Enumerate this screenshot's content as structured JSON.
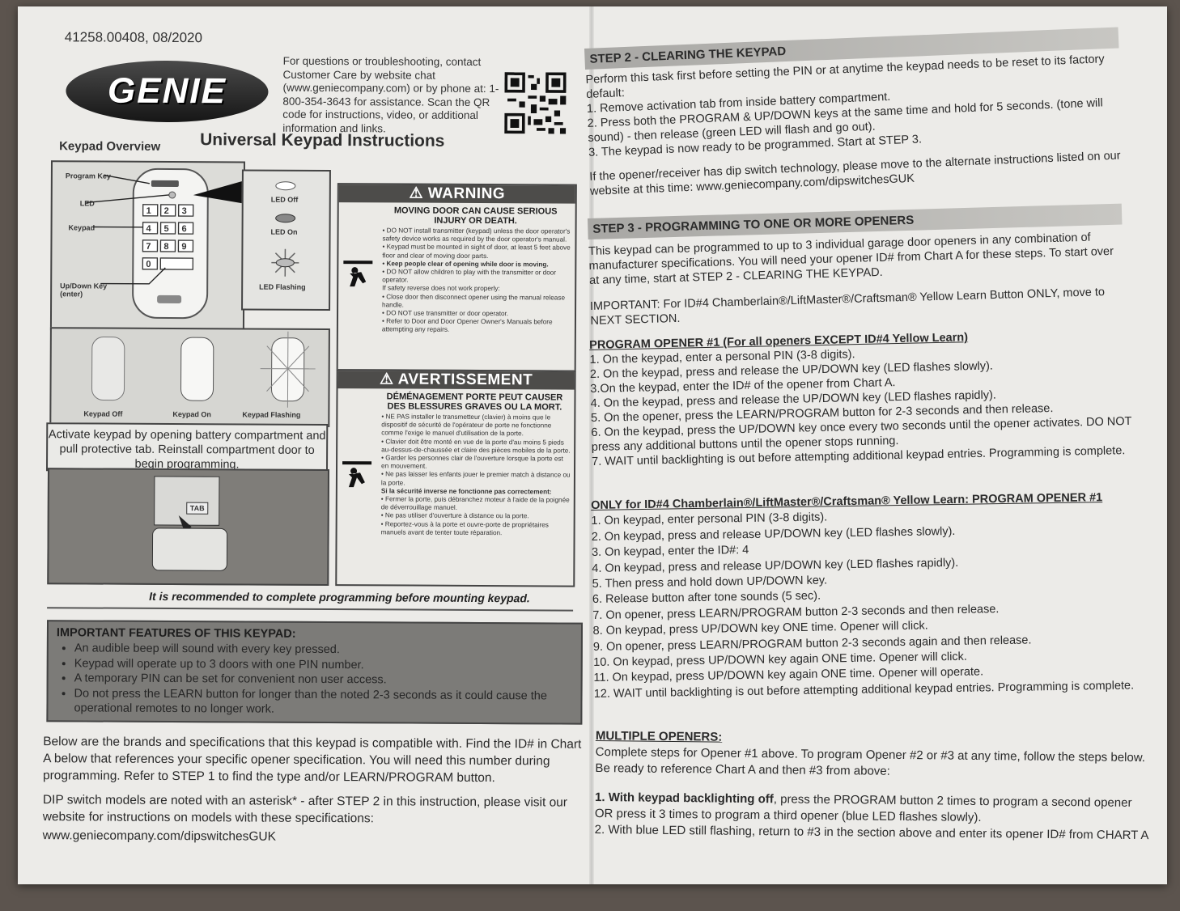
{
  "header": {
    "doc_number": "41258.00408, 08/2020",
    "logo_text": "GENIE",
    "contact": "For questions or troubleshooting, contact Customer Care by website chat (www.geniecompany.com) or by phone at: 1-800-354-3643 for assistance. Scan the QR code for instructions, video, or additional information and links.",
    "title": "Universal Keypad Instructions",
    "overview_label": "Keypad Overview"
  },
  "diagram": {
    "program_key": "Program Key",
    "led": "LED",
    "keypad": "Keypad",
    "updown": "Up/Down Key (enter)",
    "led_off": "LED Off",
    "led_on": "LED On",
    "led_flashing": "LED Flashing",
    "keypad_off": "Keypad Off",
    "keypad_on": "Keypad On",
    "keypad_flashing": "Keypad Flashing",
    "keys": [
      "1",
      "2",
      "3",
      "4",
      "5",
      "6",
      "7",
      "8",
      "9",
      "0"
    ],
    "tab": "TAB"
  },
  "activate_text": "Activate keypad by opening battery compartment and pull protective tab. Reinstall compartment door to begin programming.",
  "warning": {
    "head": "WARNING",
    "sub": "MOVING DOOR CAN CAUSE SERIOUS INJURY OR DEATH.",
    "items": [
      "• DO NOT install transmitter (keypad) unless the door operator's safety device works as required by the door operator's manual.",
      "• Keypad must be mounted in sight of door, at least 5 feet above floor and clear of moving door parts.",
      "• Keep people clear of opening while door is moving.",
      "• DO NOT allow children to play with the transmitter or door operator.",
      "If safety reverse does not work properly:",
      "• Close door then disconnect opener using the manual release handle.",
      "• DO NOT use transmitter or door operator.",
      "• Refer to Door and Door Opener Owner's Manuals before attempting any repairs."
    ]
  },
  "avertissement": {
    "head": "AVERTISSEMENT",
    "sub": "DÉMÉNAGEMENT PORTE PEUT CAUSER DES BLESSURES GRAVES OU LA MORT.",
    "items": [
      "• NE PAS installer le transmetteur (clavier) à moins que le dispositif de sécurité de l'opérateur de porte ne fonctionne comme l'exige le manuel d'utilisation de la porte.",
      "• Clavier doit être monté en vue de la porte d'au moins 5 pieds au-dessus-de-chaussée et claire des pièces mobiles de la porte.",
      "• Garder les personnes clair de l'ouverture lorsque la porte est en mouvement.",
      "• Ne pas laisser les enfants jouer le premier match à distance ou la porte.",
      "Si la sécurité inverse ne fonctionne pas correctement:",
      "• Fermer la porte, puis débranchez moteur à l'aide de la poignée de déverrouillage manuel.",
      "• Ne pas utiliser d'ouverture à distance ou la porte.",
      "• Reportez-vous à la porte et ouvre-porte de propriétaires manuels avant de tenter toute réparation."
    ]
  },
  "recommend": "It is recommended to complete programming before mounting keypad.",
  "features": {
    "title": "IMPORTANT FEATURES OF THIS KEYPAD:",
    "items": [
      "An audible beep will sound with every key pressed.",
      "Keypad will operate up to 3 doors with one PIN number.",
      "A temporary PIN can be set for convenient non user access.",
      "Do not press the LEARN button for longer than the noted 2-3 seconds as it could cause the operational remotes to no longer work."
    ]
  },
  "brands_para": "Below are the brands and specifications that this keypad is compatible with. Find the ID# in Chart A below that references your specific opener specification.  You will need this number during programming. Refer to STEP 1 to find the type and/or LEARN/PROGRAM button.",
  "dip_para": "DIP switch models are noted with an asterisk* - after STEP 2 in this instruction, please visit our website for instructions on models with these specifications:",
  "dip_url": "www.geniecompany.com/dipswitchesGUK",
  "step2": {
    "bar": "STEP 2 - CLEARING THE KEYPAD",
    "intro": "Perform this task first before setting the PIN or at anytime the keypad needs to be reset to its factory default:",
    "items": [
      "1. Remove activation tab from inside battery compartment.",
      "2. Press both the PROGRAM & UP/DOWN keys at the same time and hold for 5 seconds. (tone will sound) - then release (green LED will flash and go out).",
      "3. The keypad is now ready to be programmed. Start at STEP 3."
    ],
    "dip": "If the opener/receiver has dip switch technology, please move to the alternate instructions listed on our website at this time:  www.geniecompany.com/dipswitchesGUK"
  },
  "step3": {
    "bar": "STEP 3 - PROGRAMMING TO ONE OR MORE OPENERS",
    "intro": "This keypad can be programmed to up to 3 individual garage door openers in any combination of manufacturer specifications. You will need your opener ID# from Chart A for these steps. To start over at any time, start at STEP 2 - CLEARING THE KEYPAD.",
    "important": "IMPORTANT: For ID#4 Chamberlain®/LiftMaster®/Craftsman® Yellow Learn Button ONLY, move to NEXT SECTION."
  },
  "program1": {
    "title": "PROGRAM OPENER #1 (For all openers EXCEPT ID#4 Yellow Learn)",
    "items": [
      "1. On the keypad, enter a personal PIN (3-8 digits).",
      "2. On the keypad, press and release the UP/DOWN key (LED flashes slowly).",
      "3.On the keypad, enter the ID# of the opener from Chart A.",
      "4. On the keypad, press and release the UP/DOWN key (LED flashes rapidly).",
      "5. On the opener, press the LEARN/PROGRAM button for 2-3 seconds and then release.",
      "6. On the keypad, press the UP/DOWN key once every two seconds until the opener activates.  DO NOT press any additional buttons until the opener stops running.",
      "7. WAIT until backlighting is out before attempting additional keypad entries.  Programming is complete."
    ]
  },
  "program4": {
    "title": "ONLY for ID#4 Chamberlain®/LiftMaster®/Craftsman® Yellow Learn: PROGRAM OPENER #1",
    "items": [
      "1.  On keypad, enter personal PIN (3-8 digits).",
      "2.  On keypad, press and release UP/DOWN key (LED flashes slowly).",
      "3.  On keypad, enter the ID#:  4",
      "4.  On keypad, press and release UP/DOWN key (LED flashes rapidly).",
      "5.  Then press and hold down UP/DOWN key.",
      "6.  Release button after tone sounds (5 sec).",
      "7.  On opener, press LEARN/PROGRAM button 2-3 seconds and then release.",
      "8.  On keypad, press UP/DOWN key ONE time.  Opener will click.",
      "9.  On opener, press LEARN/PROGRAM button 2-3 seconds again and then release.",
      "10. On keypad, press UP/DOWN key again ONE time.  Opener will click.",
      "11.  On keypad, press UP/DOWN key again ONE time.  Opener will operate.",
      "12. WAIT until backlighting is out before attempting additional keypad entries.  Programming is complete."
    ]
  },
  "multiple": {
    "title": "MULTIPLE OPENERS:",
    "intro": "Complete steps for Opener #1 above. To program Opener #2 or #3 at any time, follow the steps below. Be ready to reference Chart A and then #3 from above:",
    "item1_bold": "1. With keypad backlighting off",
    "item1_rest": ", press the PROGRAM button 2 times to program a second opener OR press it 3 times to program a third opener (blue LED flashes slowly).",
    "item2": "2. With blue LED still flashing, return to #3 in the section above and enter its opener ID# from CHART A"
  }
}
